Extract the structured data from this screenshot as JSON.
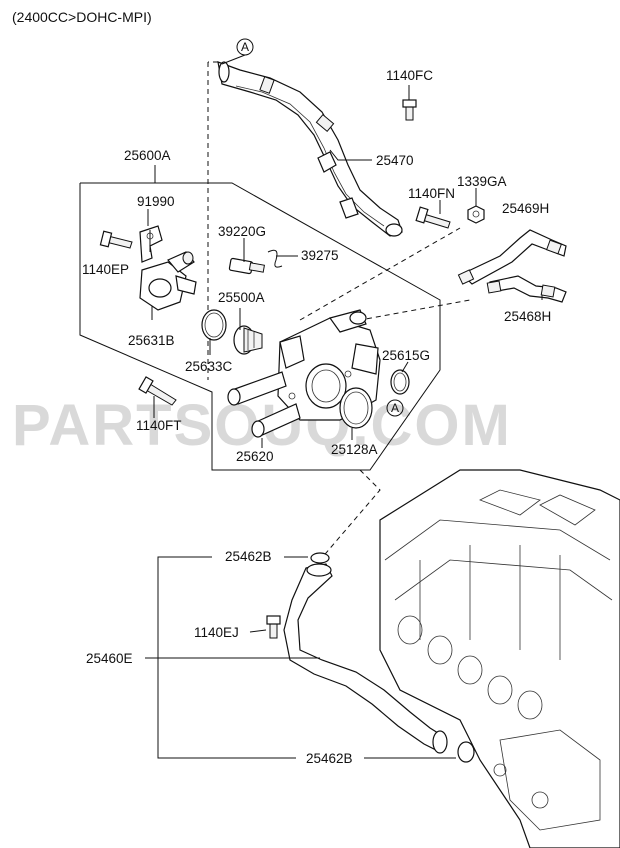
{
  "header": {
    "engine_spec": "(2400CC>DOHC-MPI)"
  },
  "watermark": "PARTSOUQ.COM",
  "callouts": {
    "a_top": "A",
    "a_mid": "A"
  },
  "labels": {
    "p1140fc": "1140FC",
    "p25470": "25470",
    "p25600a": "25600A",
    "p1339ga": "1339GA",
    "p1140fn": "1140FN",
    "p25469h": "25469H",
    "p91990": "91990",
    "p39220g": "39220G",
    "p39275": "39275",
    "p1140ep": "1140EP",
    "p25500a": "25500A",
    "p25468h": "25468H",
    "p25631b": "25631B",
    "p25633c": "25633C",
    "p25615g": "25615G",
    "p1140ft": "1140FT",
    "p25128a": "25128A",
    "p25620": "25620",
    "p25462b_top": "25462B",
    "p1140ej": "1140EJ",
    "p25460e": "25460E",
    "p25462b_bottom": "25462B"
  }
}
